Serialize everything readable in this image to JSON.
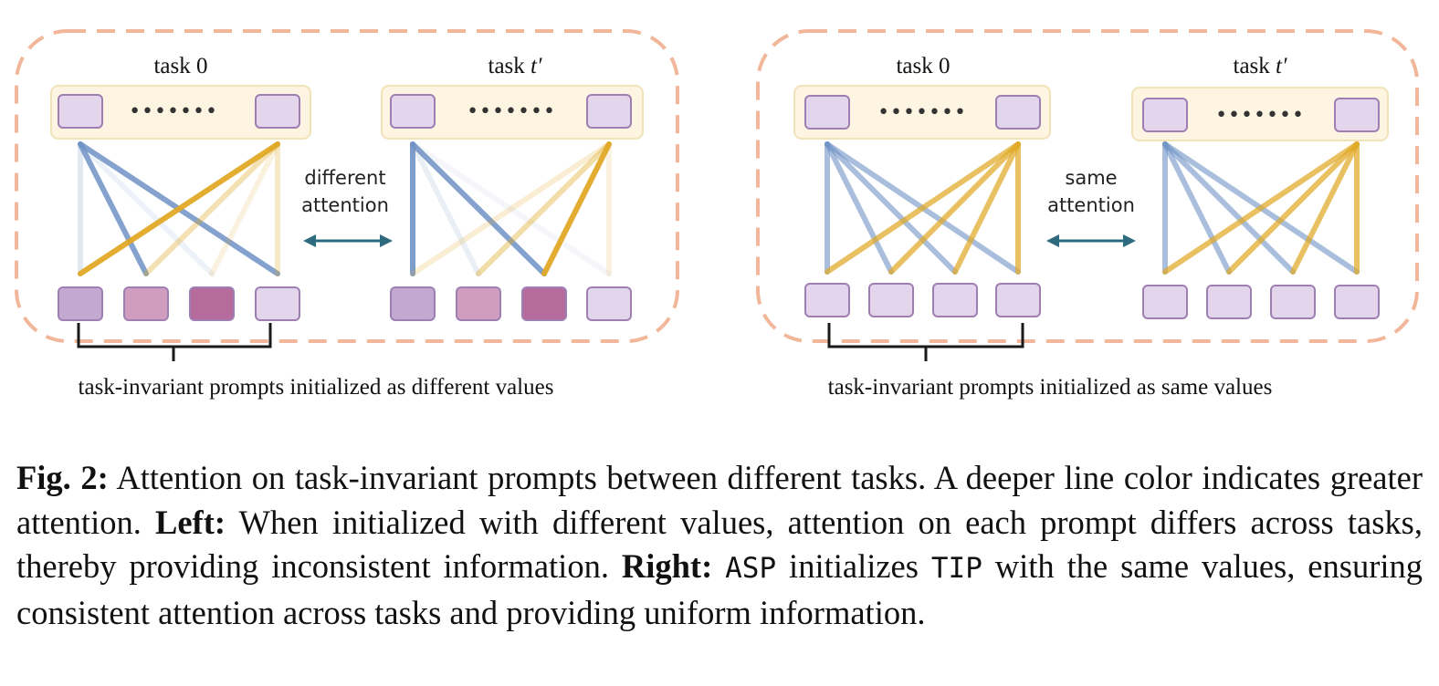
{
  "colors": {
    "panel_border": "#f2b79a",
    "container_fill": "#fdf5e2",
    "container_stroke": "#f1e2b8",
    "box_light": "#e3d5eb",
    "box_stroke": "#9f7fb2",
    "blue_line": "#6f92c4",
    "gold_line": "#e0a925",
    "arrow": "#2d6a7e",
    "bracket": "#1a1a1a"
  },
  "panels": [
    {
      "id": "left",
      "groups": [
        {
          "title_prefix": "task",
          "title_value": "0",
          "title_italic": false,
          "title_prime": ""
        },
        {
          "title_prefix": "task",
          "title_value": "t",
          "title_italic": true,
          "title_prime": "′"
        }
      ],
      "attention_label_line1": "different",
      "attention_label_line2": "attention",
      "bottom_box_colors": [
        "#c3a9d2",
        "#cf9ebe",
        "#b56c9c",
        "#e3d5eb"
      ],
      "attention": {
        "group0": {
          "from_left": [
            0.2,
            0.85,
            0.12,
            0.85
          ],
          "from_right": [
            0.95,
            0.35,
            0.15,
            0.25
          ]
        },
        "group1": {
          "from_left": [
            0.9,
            0.15,
            0.85,
            0.08
          ],
          "from_right": [
            0.2,
            0.4,
            0.95,
            0.15
          ]
        }
      },
      "caption": "task-invariant prompts initialized as different values"
    },
    {
      "id": "right",
      "groups": [
        {
          "title_prefix": "task",
          "title_value": "0",
          "title_italic": false,
          "title_prime": ""
        },
        {
          "title_prefix": "task",
          "title_value": "t",
          "title_italic": true,
          "title_prime": "′"
        }
      ],
      "attention_label_line1": "same",
      "attention_label_line2": "attention",
      "bottom_box_colors": [
        "#e3d5eb",
        "#e3d5eb",
        "#e3d5eb",
        "#e3d5eb"
      ],
      "attention": {
        "group0": {
          "from_left": [
            0.6,
            0.6,
            0.6,
            0.6
          ],
          "from_right": [
            0.72,
            0.72,
            0.72,
            0.72
          ]
        },
        "group1": {
          "from_left": [
            0.6,
            0.6,
            0.6,
            0.6
          ],
          "from_right": [
            0.72,
            0.72,
            0.72,
            0.72
          ]
        }
      },
      "caption": "task-invariant prompts initialized as same values"
    }
  ],
  "ellipsis": "•••••••",
  "figure_caption": {
    "label": "Fig. 2:",
    "text1": " Attention on task-invariant prompts between different tasks. A deeper line color indicates greater attention. ",
    "left_label": "Left:",
    "text2": " When initialized with different values, attention on each prompt differs across tasks, thereby providing inconsistent information. ",
    "right_label": "Right:",
    "mono1": "ASP",
    "text3": " initializes ",
    "mono2": "TIP",
    "text4": " with the same values, ensuring consistent attention across tasks and providing uniform information."
  }
}
